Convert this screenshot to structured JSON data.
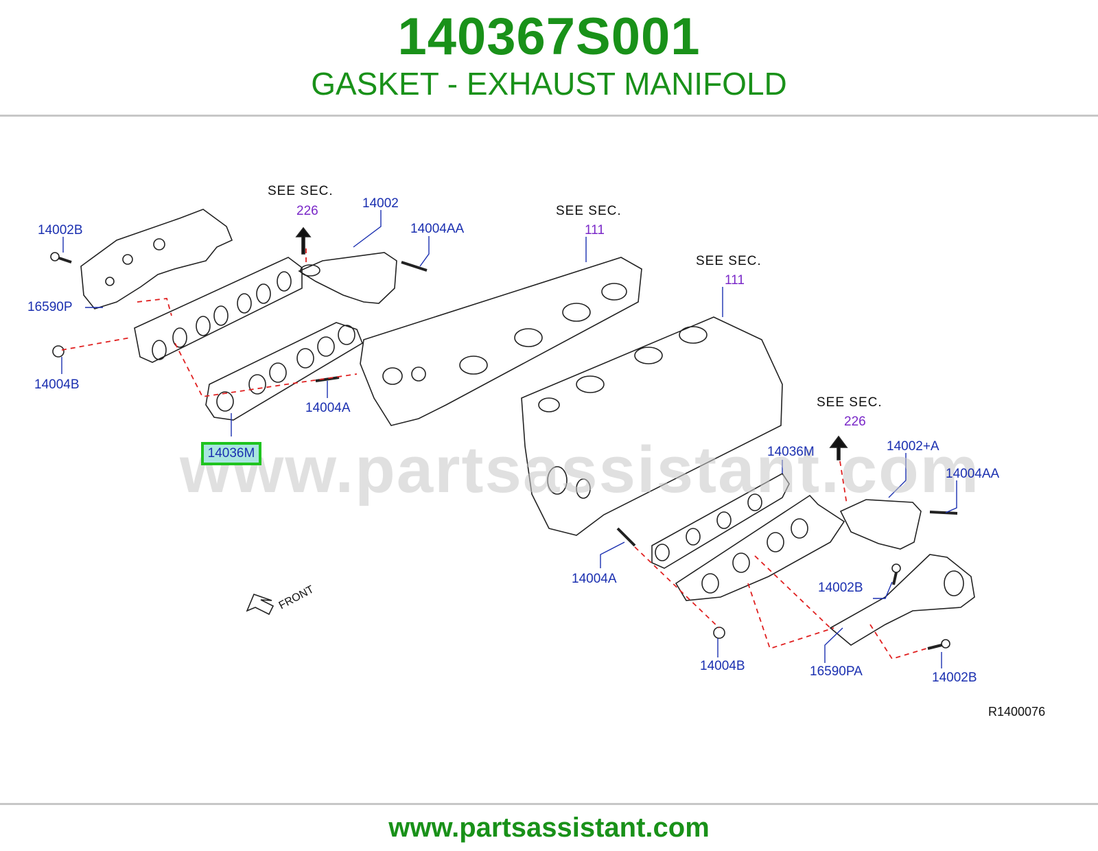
{
  "header": {
    "part_number": "140367S001",
    "part_title": "GASKET - EXHAUST MANIFOLD"
  },
  "watermark": "www.partsassistant.com",
  "footer": {
    "url": "www.partsassistant.com"
  },
  "diagram": {
    "code": "R1400076",
    "front_label": "FRONT",
    "highlighted_part": "14036M",
    "see_sec": [
      {
        "see": "SEE   SEC.",
        "ref": "226"
      },
      {
        "see": "SEE   SEC.",
        "ref": "111"
      },
      {
        "see": "SEE   SEC.",
        "ref": "111"
      },
      {
        "see": "SEE   SEC.",
        "ref": "226"
      }
    ],
    "part_labels": [
      "14002B",
      "14002",
      "14004AA",
      "16590P",
      "14004B",
      "14004A",
      "14036M",
      "14002+A",
      "14004AA",
      "14004A",
      "14002B",
      "14004B",
      "16590PA",
      "14002B"
    ]
  },
  "colors": {
    "brand_green": "#199119",
    "label_blue": "#1a2fb0",
    "ref_purple": "#7a28c8",
    "leader_red": "#e02020",
    "highlight": "#1fc41f"
  }
}
